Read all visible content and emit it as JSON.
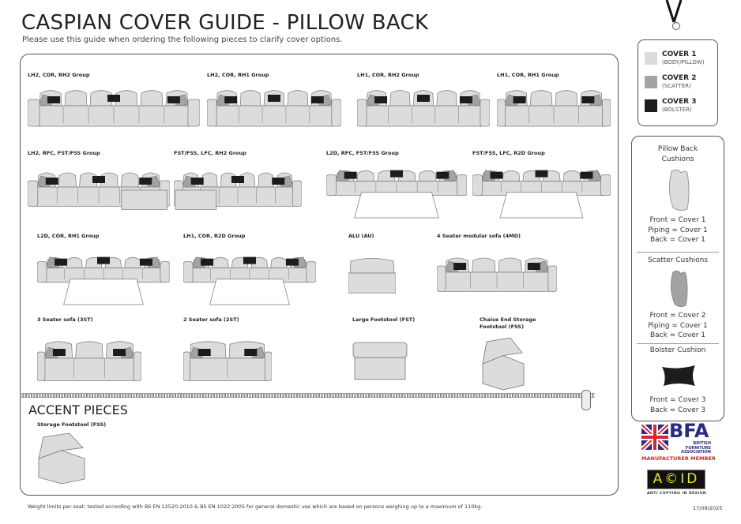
{
  "header": {
    "title": "CASPIAN COVER GUIDE - PILLOW BACK",
    "subtitle": "Please use this guide when ordering the following pieces to clarify cover options."
  },
  "pieces": [
    "LH2, COR, RH2 Group",
    "LH2, COR, RH1 Group",
    "LH1, COR, RH2 Group",
    "LH1, COR, RH1 Group",
    "LH2, RFC, FST/FSS Group",
    "FST/FSS, LFC, RH2 Group",
    "L2D, RFC, FST/FSS Group",
    "FST/FSS, LFC, R2D Group",
    "L2D, COR, RH1 Group",
    "LH1, COR, R2D Group",
    "ALU (AU)",
    "4 Seater modular sofa (4MD)",
    "3 Seater sofa (3ST)",
    "2 Seater sofa (2ST)",
    "Large Footstool (FST)",
    "Chaise End Storage Footstool (FSS)"
  ],
  "accent": {
    "title": "ACCENT PIECES",
    "items": [
      "Storage Footstool (FSS)"
    ]
  },
  "covers": [
    {
      "name": "COVER 1",
      "sub": "(BODY/PILLOW)",
      "color": "#dcdcdc"
    },
    {
      "name": "COVER 2",
      "sub": "(SCATTER)",
      "color": "#a3a3a3"
    },
    {
      "name": "COVER 3",
      "sub": "(BOLSTER)",
      "color": "#1c1c1c"
    }
  ],
  "cushions": [
    {
      "title": "Pillow Back Cushions",
      "lines": [
        "Front = Cover 1",
        "Piping = Cover 1",
        "Back = Cover 1"
      ]
    },
    {
      "title": "Scatter Cushions",
      "lines": [
        "Front = Cover 2",
        "Piping = Cover 1",
        "Back = Cover 1"
      ]
    },
    {
      "title": "Bolster Cushion",
      "lines": [
        "Front = Cover 3",
        "Back = Cover 3"
      ]
    }
  ],
  "logos": {
    "bfa": "BFA",
    "bfa_sub": "BRITISH FURNITURE ASSOCIATION",
    "bfa_member": "MANUFACTURER MEMBER",
    "acid": "A©ID",
    "acid_sub": "ANTI COPYING IN DESIGN"
  },
  "footer": {
    "note": "Weight limits per seat: tested according with BS EN 12520:2010 & BS EN 1022:2005 for general domestic use which are based on persons weighing up to a maximum of 110kg.",
    "date": "17/09/2025"
  }
}
